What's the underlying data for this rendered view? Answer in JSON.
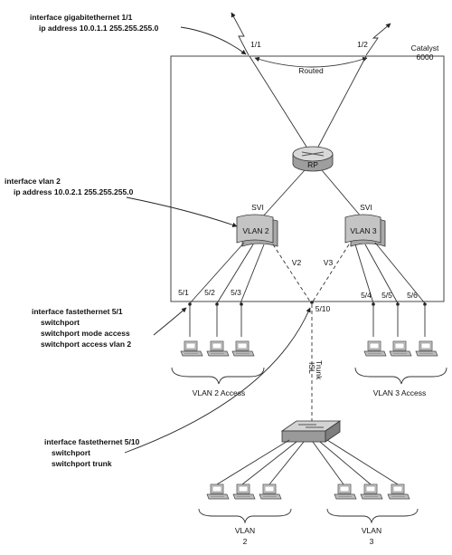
{
  "callouts": {
    "gig_cmd": "interface gigabitethernet 1/1",
    "gig_ip": "ip address 10.0.1.1  255.255.255.0",
    "vlan_cmd": "interface vlan 2",
    "vlan_ip": "ip address 10.0.2.1  255.255.255.0",
    "fa51_cmd": "interface fastethernet 5/1",
    "fa51_l1": "switchport",
    "fa51_l2": "switchport mode access",
    "fa51_l3": "switchport access vlan 2",
    "fa510_cmd": "interface fastethernet 5/10",
    "fa510_l1": "switchport",
    "fa510_l2": "switchport trunk"
  },
  "switch": {
    "name_l1": "Catalyst",
    "name_l2": "6000"
  },
  "ports": {
    "p11": "1/1",
    "p12": "1/2",
    "p51": "5/1",
    "p52": "5/2",
    "p53": "5/3",
    "p54": "5/4",
    "p55": "5/5",
    "p56": "5/6",
    "p510": "5/10"
  },
  "labels": {
    "routed": "Routed",
    "rp": "RP",
    "svi_left": "SVI",
    "svi_right": "SVI",
    "vlan2": "VLAN 2",
    "vlan3": "VLAN 3",
    "v2": "V2",
    "v3": "V3",
    "isl": "ISL",
    "trunk": "Trunk",
    "vlan2_access": "VLAN 2 Access",
    "vlan3_access": "VLAN 3 Access",
    "bottom_vlan_left_l1": "VLAN",
    "bottom_vlan_left_l2": "2",
    "bottom_vlan_right_l1": "VLAN",
    "bottom_vlan_right_l2": "3"
  }
}
